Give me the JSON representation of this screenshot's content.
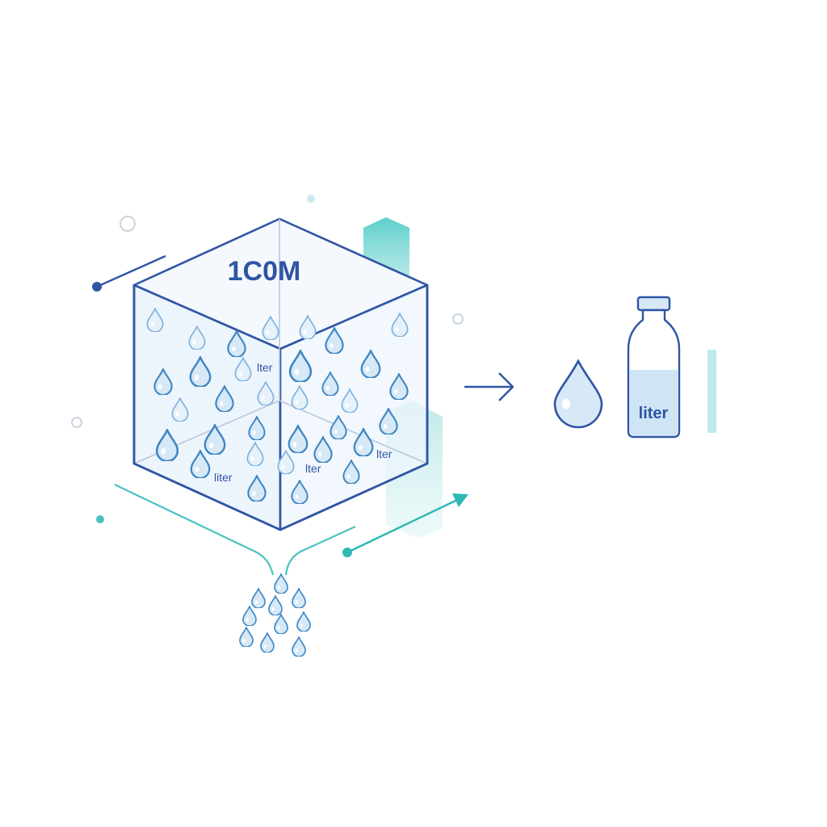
{
  "cube": {
    "title": "1C0M",
    "labels": [
      "lter",
      "liter",
      "lter",
      "lter"
    ]
  },
  "bottle": {
    "label": "liter"
  },
  "icons": [
    "cube-icon",
    "water-drop-icon",
    "bottle-icon",
    "arrow-right-icon"
  ],
  "colors": {
    "outline": "#2f55a4",
    "drop_fill": "#d7e9f7",
    "drop_stroke": "#3f86c4",
    "teal": "#2fb8b5",
    "teal_bar": "#7dd6d4",
    "cube_fill": "#eef5fc"
  }
}
